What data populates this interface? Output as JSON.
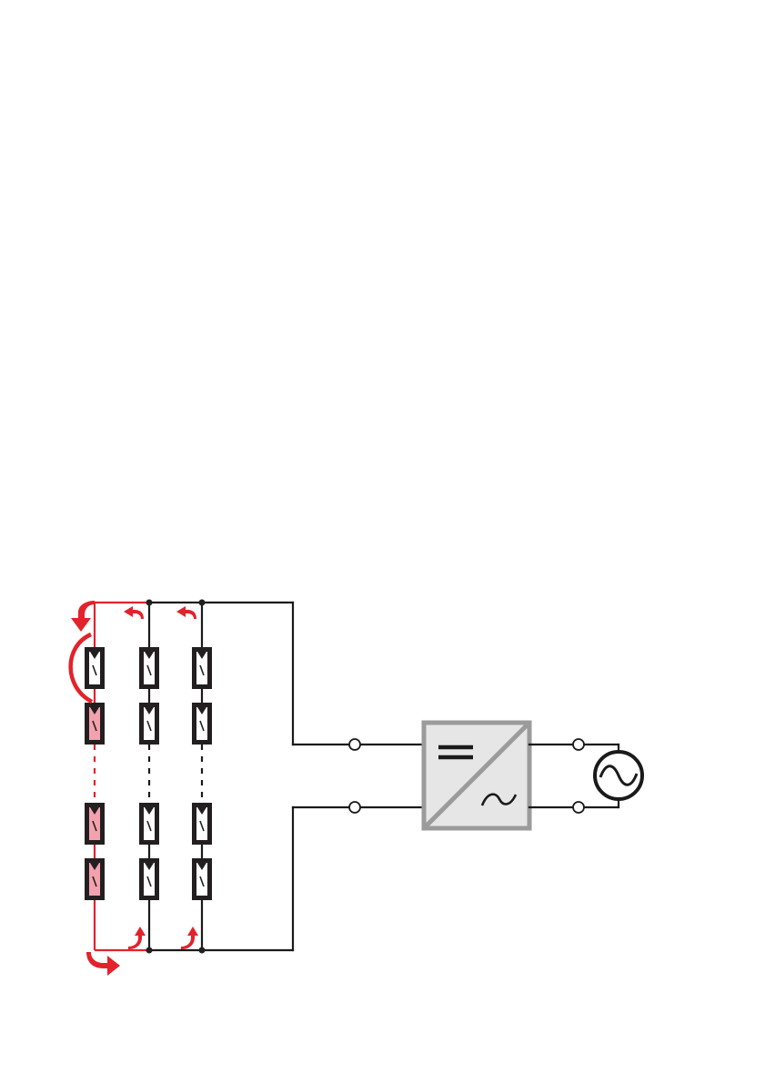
{
  "diagram": {
    "string_count": 3,
    "modules_per_string_shown": 4,
    "faulty_string_index": 0,
    "faulty_string_color": "#f2a2ae",
    "current_color": "#e3222b",
    "wire_color": "#1a1a1a",
    "inverter_fill": "#e6e6e6",
    "inverter_border": "#9b9b9b",
    "inverter_dc_symbol": "equals-icon",
    "inverter_ac_symbol": "tilde-icon",
    "grid_symbol": "ac-source-icon"
  }
}
